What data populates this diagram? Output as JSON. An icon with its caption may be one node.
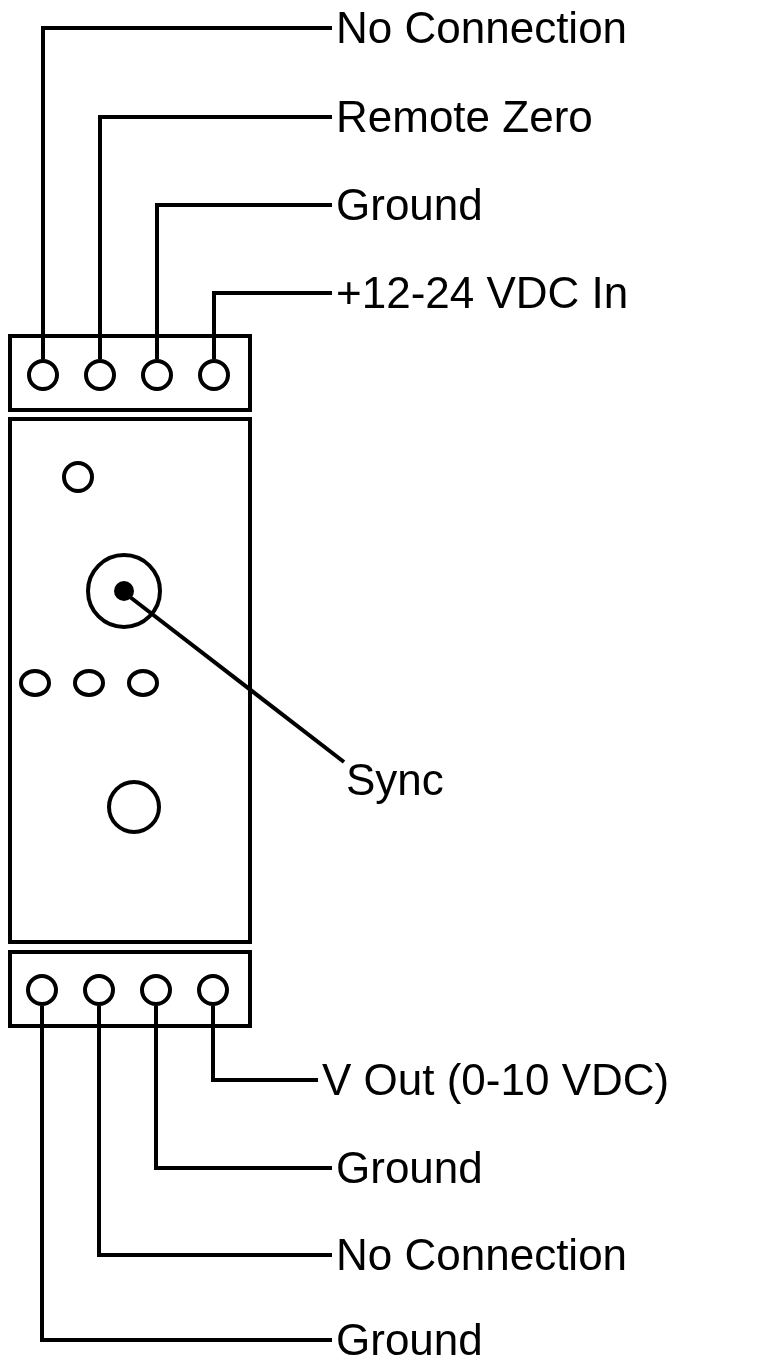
{
  "diagram": {
    "nodes": [
      {
        "text": [
          "No Connection"
        ]
      },
      {
        "text": [
          "Remote Zero"
        ]
      },
      {
        "text": [
          "Ground"
        ]
      },
      {
        "text": [
          "+12-24 VDC In"
        ]
      },
      {
        "text": [],
        "shape": "box"
      },
      {
        "text": [],
        "shape": "circle",
        "in": 4
      },
      {
        "text": [],
        "shape": "circle",
        "in": 4
      },
      {
        "text": [],
        "shape": "circle",
        "in": 4
      },
      {
        "text": [],
        "shape": "circle",
        "in": 4
      },
      {
        "text": [],
        "shape": "box"
      },
      {
        "text": [],
        "shape": "circle",
        "in": 9
      },
      {
        "text": [
          "Sync"
        ]
      },
      {
        "text": [],
        "shape": "box"
      },
      {
        "text": [],
        "shape": "circle",
        "in": 12
      },
      {
        "text": [],
        "shape": "circle",
        "in": 12
      },
      {
        "text": [],
        "shape": "circle",
        "in": 12
      },
      {
        "text": [],
        "shape": "circle",
        "in": 12
      },
      {
        "text": [
          "V Out (0-10 VDC)"
        ]
      },
      {
        "text": [
          "Ground"
        ]
      },
      {
        "text": [
          "No Connection"
        ]
      },
      {
        "text": [
          "Ground"
        ]
      }
    ],
    "edges": [
      {
        "from": 0,
        "to": 5,
        "arrow": "none"
      },
      {
        "from": 1,
        "to": 6,
        "arrow": "none"
      },
      {
        "from": 2,
        "to": 7,
        "arrow": "none"
      },
      {
        "from": 3,
        "to": 8,
        "arrow": "none"
      },
      {
        "from": 11,
        "to": 10,
        "arrow": "none"
      },
      {
        "from": 17,
        "to": 16,
        "arrow": "none"
      },
      {
        "from": 18,
        "to": 15,
        "arrow": "none"
      },
      {
        "from": 19,
        "to": 14,
        "arrow": "none"
      },
      {
        "from": 20,
        "to": 13,
        "arrow": "none"
      }
    ]
  }
}
